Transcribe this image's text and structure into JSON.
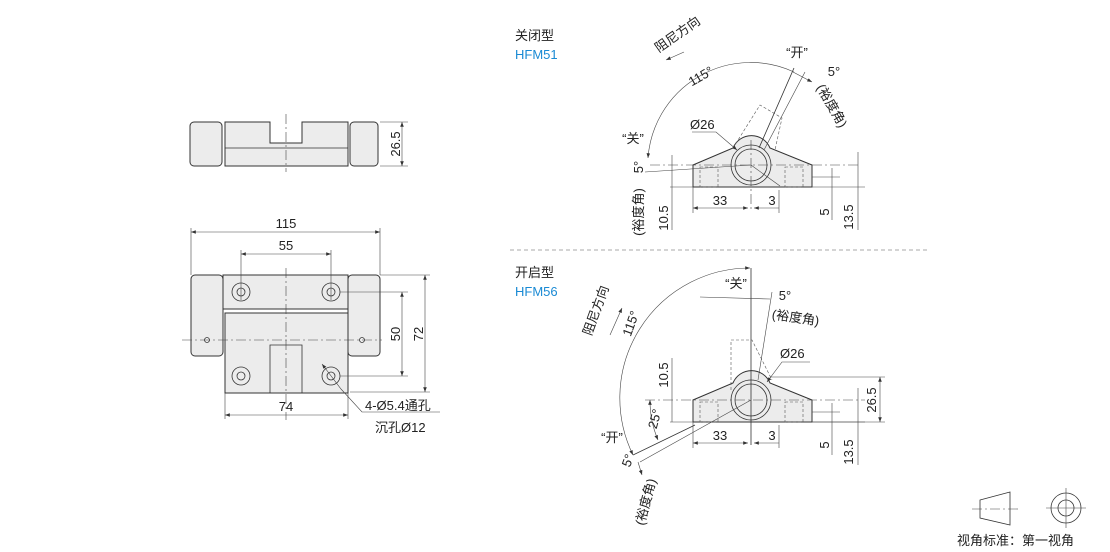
{
  "left_views": {
    "top_view": {
      "height_dim": "26.5"
    },
    "front_view": {
      "width_dim": "115",
      "hole_spacing_dim": "55",
      "base_width_dim": "74",
      "hole_vertical_dim": "50",
      "overall_height_dim": "72",
      "hole_note_line1": "4-Ø5.4通孔",
      "hole_note_line2": "沉孔Ø12"
    }
  },
  "closed_type": {
    "title": "关闭型",
    "model": "HFM51",
    "damping_direction": "阻尼方向",
    "angle": "115°",
    "closed_label": "“关”",
    "open_label": "“开”",
    "margin_angle_1": "5°",
    "margin_label_1": "(裕度角)",
    "margin_angle_2": "5°",
    "margin_label_2": "(裕度角)",
    "diameter": "Ø26",
    "dim_33": "33",
    "dim_3": "3",
    "dim_10_5": "10.5",
    "dim_5": "5",
    "dim_13_5": "13.5"
  },
  "open_type": {
    "title": "开启型",
    "model": "HFM56",
    "damping_direction": "阻尼方向",
    "angle": "115°",
    "closed_label": "“关”",
    "open_label": "“开”",
    "margin_angle_1": "5°",
    "margin_label_1": "(裕度角)",
    "margin_angle_2": "5°",
    "margin_label_2": "(裕度角)",
    "open_angle": "25°",
    "diameter": "Ø26",
    "dim_33": "33",
    "dim_3": "3",
    "dim_10_5": "10.5",
    "dim_5": "5",
    "dim_13_5": "13.5",
    "dim_26_5": "26.5"
  },
  "projection": {
    "label": "视角标准：第一视角"
  },
  "colors": {
    "model_text": "#1a8ad4",
    "part_fill": "#ececec"
  }
}
